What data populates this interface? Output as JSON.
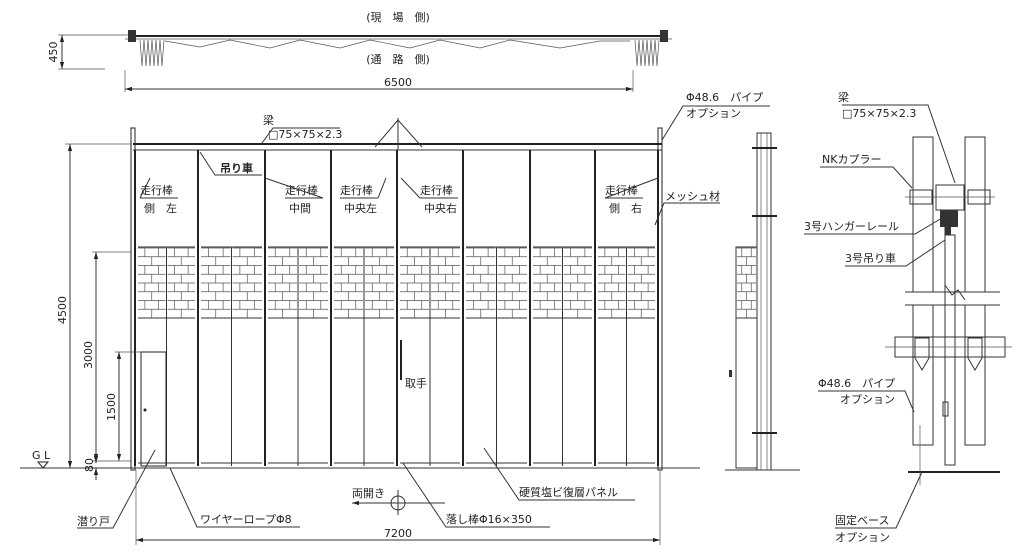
{
  "plan_view": {
    "site_side": "(現　場　側)",
    "road_side": "(通　路　側)",
    "width_dim": "6500",
    "depth_dim": "450"
  },
  "front_view": {
    "beam_label": "梁",
    "beam_spec": "□75×75×2.3",
    "pipe_label": "Φ48.6　パイプ",
    "pipe_option": "オプション",
    "hanger_wheel": "吊り車",
    "runners": [
      {
        "top": "走行棒",
        "bottom": "側　左"
      },
      {
        "top": "走行棒",
        "bottom": "中間"
      },
      {
        "top": "走行棒",
        "bottom": "中央左"
      },
      {
        "top": "走行棒",
        "bottom": "中央右"
      },
      {
        "top": "走行棒",
        "bottom": "側　右"
      }
    ],
    "mesh": "メッシュ材",
    "height_total": "4500",
    "height_panel": "3000",
    "height_door": "1500",
    "height_gap": "80",
    "ground": "G L",
    "handle": "取手",
    "wicket_door": "潜り戸",
    "wire_rope": "ワイヤーロープΦ8",
    "double_open": "両開き",
    "drop_bar": "落し棒Φ16×350",
    "pvc_panel": "硬質塩ビ復層パネル",
    "width_dim": "7200"
  },
  "detail_view": {
    "beam_label": "梁",
    "beam_spec": "□75×75×2.3",
    "coupler": "NKカプラー",
    "hanger_rail": "3号ハンガーレール",
    "hanger_wheel": "3号吊り車",
    "pipe_label": "Φ48.6　パイプ",
    "pipe_option": "オプション",
    "base_label": "固定ベース",
    "base_option": "オプション"
  }
}
